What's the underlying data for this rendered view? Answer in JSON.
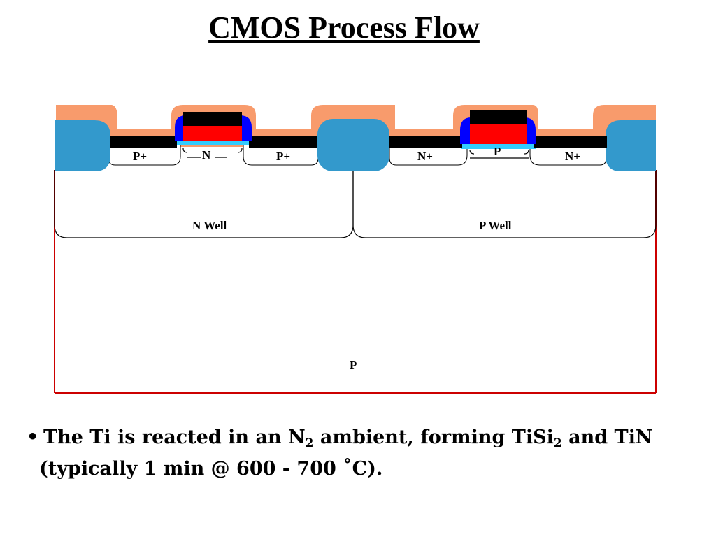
{
  "slide": {
    "title": "CMOS Process Flow"
  },
  "diagram": {
    "labels": {
      "p_plus_left": "P+",
      "n_channel": "N",
      "p_plus_right": "P+",
      "n_plus_left": "N+",
      "p_channel": "P",
      "n_plus_right": "N+",
      "n_well": "N Well",
      "p_well": "P Well",
      "substrate": "P"
    },
    "colors": {
      "tin": "#F89B6C",
      "field_oxide": "#3399CC",
      "tisi2": "#000000",
      "polysilicon": "#FF0000",
      "spacer": "#0000FF",
      "gate_oxide": "#33CCFF",
      "substrate_border": "#CC0000"
    }
  },
  "bullet": {
    "symbol": "•",
    "line1": {
      "part1": "The Ti is reacted in an N",
      "sub1": "2",
      "part2": " ambient, forming TiSi",
      "sub2": "2",
      "part3": " and TiN"
    },
    "line2": "(typically 1 min @ 600 - 700 ˚C)."
  }
}
